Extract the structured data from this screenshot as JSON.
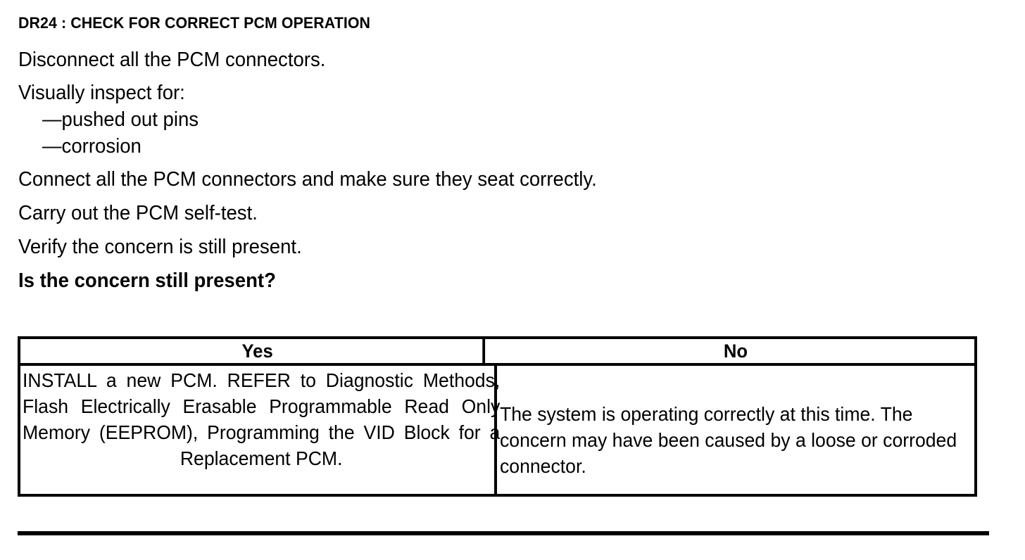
{
  "document": {
    "title": "DR24 : CHECK FOR CORRECT PCM OPERATION",
    "steps": [
      "Disconnect all the PCM connectors.",
      "Visually inspect for:",
      "Connect all the PCM connectors and make sure they seat correctly.",
      "Carry out the PCM self-test.",
      "Verify the concern is still present."
    ],
    "inspect_items": [
      "—pushed out pins",
      "—corrosion"
    ],
    "question": "Is the concern still present?"
  },
  "decision_table": {
    "headers": {
      "yes": "Yes",
      "no": "No"
    },
    "cells": {
      "yes": "INSTALL a new PCM. REFER to Diagnostic Methods, Flash Electrically Erasable Programmable Read Only Memory (EEPROM), Programming the VID Block for a Replacement PCM.",
      "no": "The system is operating correctly at this time. The concern may have been caused by a loose or corroded connector."
    }
  },
  "colors": {
    "text": "#000000",
    "background": "#ffffff",
    "rule": "#000000"
  }
}
